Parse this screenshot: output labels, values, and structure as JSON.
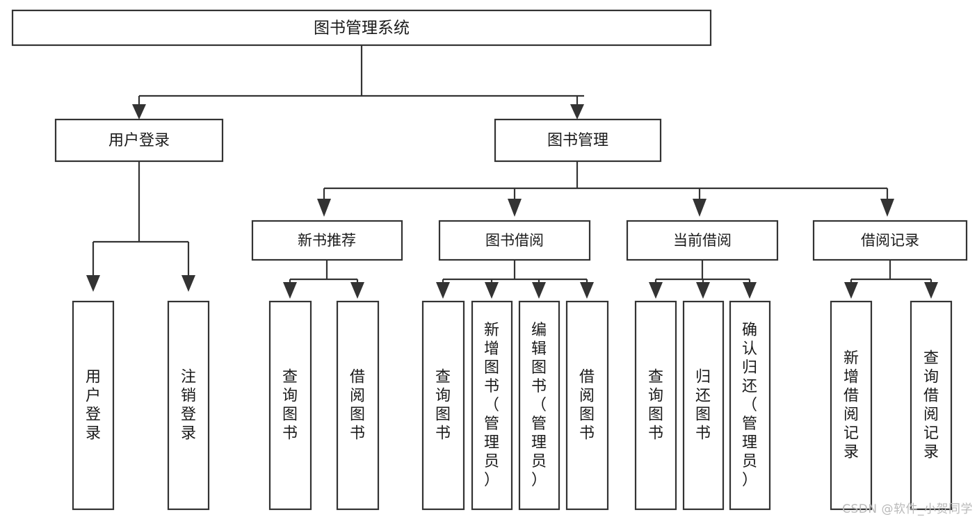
{
  "diagram": {
    "title": "图书管理系统",
    "type": "tree-hierarchy-chart",
    "watermark": "CSDN @软件_小贺同学",
    "colors": {
      "background": "#ffffff",
      "box_stroke": "#333333",
      "box_fill": "#ffffff",
      "text": "#1a1a1a",
      "watermark": "#b9b9b9"
    }
  },
  "nodes": {
    "root": {
      "label": "图书管理系统"
    },
    "level1": [
      {
        "label": "用户登录"
      },
      {
        "label": "图书管理"
      }
    ],
    "level2": [
      {
        "label": "新书推荐"
      },
      {
        "label": "图书借阅"
      },
      {
        "label": "当前借阅"
      },
      {
        "label": "借阅记录"
      }
    ],
    "leaves": {
      "user_login": [
        {
          "label": "用户登录"
        },
        {
          "label": "注销登录"
        }
      ],
      "new_book_recommend": [
        {
          "label": "查询图书"
        },
        {
          "label": "借阅图书"
        }
      ],
      "book_borrow": [
        {
          "label": "查询图书"
        },
        {
          "label": "新增图书（管理员）"
        },
        {
          "label": "编辑图书（管理员）"
        },
        {
          "label": "借阅图书"
        }
      ],
      "current_borrow": [
        {
          "label": "查询图书"
        },
        {
          "label": "归还图书"
        },
        {
          "label": "确认归还（管理员）"
        }
      ],
      "borrow_record": [
        {
          "label": "新增借阅记录"
        },
        {
          "label": "查询借阅记录"
        }
      ]
    }
  }
}
